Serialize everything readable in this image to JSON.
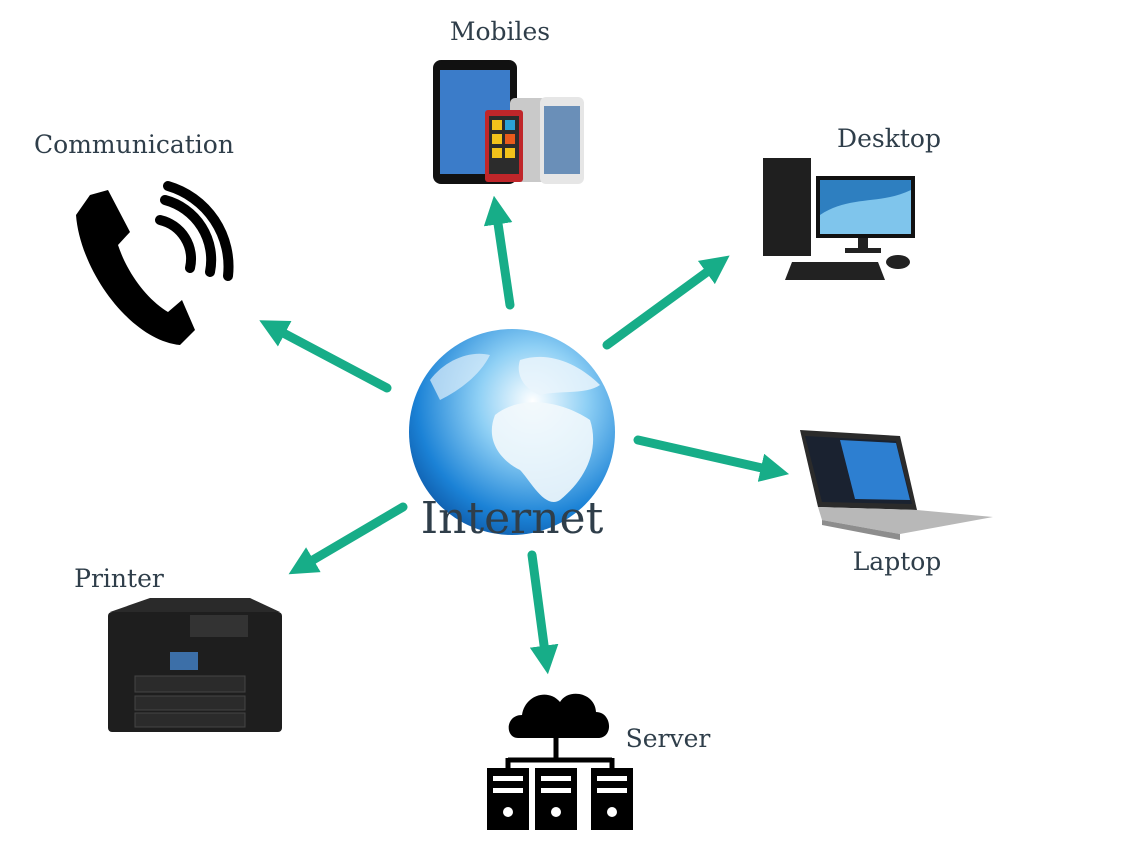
{
  "diagram": {
    "center_label": "Internet",
    "nodes": [
      {
        "id": "mobiles",
        "label": "Mobiles"
      },
      {
        "id": "communication",
        "label": "Communication"
      },
      {
        "id": "desktop",
        "label": "Desktop"
      },
      {
        "id": "laptop",
        "label": "Laptop"
      },
      {
        "id": "printer",
        "label": "Printer"
      },
      {
        "id": "server",
        "label": "Server"
      }
    ],
    "colors": {
      "arrow": "#17ad88",
      "text": "#2f3e4a",
      "globe": "#1e88d8"
    }
  }
}
